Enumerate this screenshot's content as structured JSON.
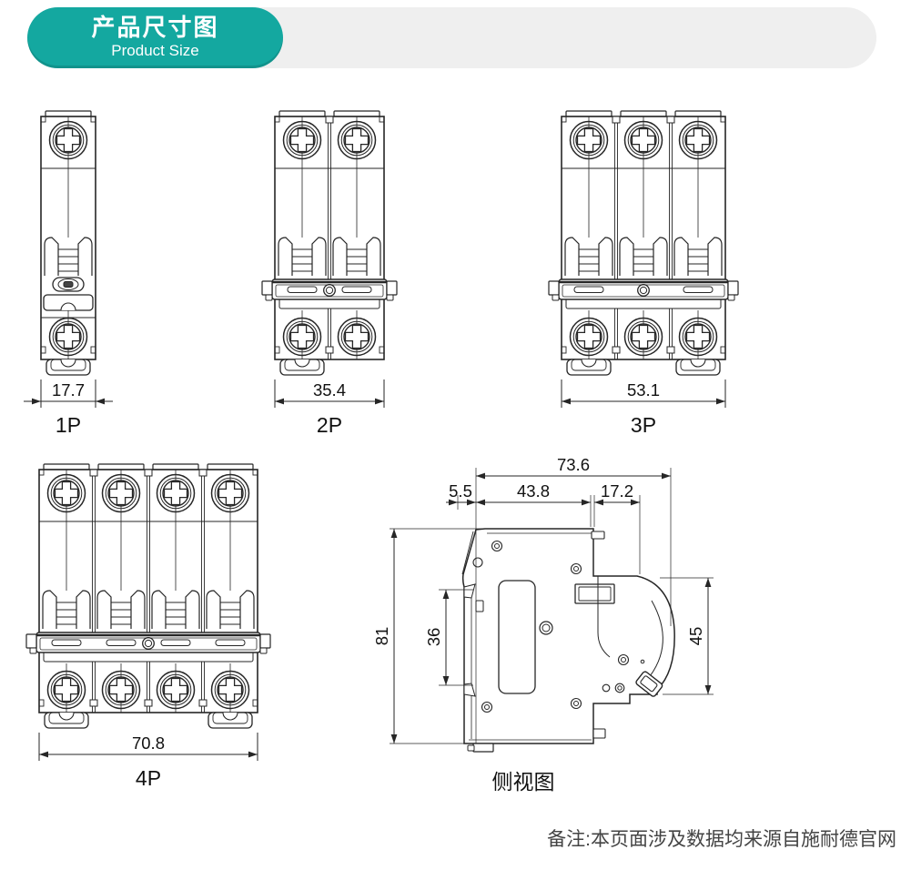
{
  "header": {
    "title_zh": "产品尺寸图",
    "title_en": "Product Size"
  },
  "colors": {
    "badge": "#14a8a0",
    "track": "#efefef",
    "line": "#262626",
    "text": "#111111",
    "footnote": "#444444"
  },
  "panels": [
    {
      "label": "1P",
      "width_mm": "17.7"
    },
    {
      "label": "2P",
      "width_mm": "35.4"
    },
    {
      "label": "3P",
      "width_mm": "53.1"
    },
    {
      "label": "4P",
      "width_mm": "70.8"
    }
  ],
  "side_view": {
    "label": "侧视图",
    "dims": {
      "overall_depth": "73.6",
      "handle_offset": "5.5",
      "body_depth": "43.8",
      "front_depth": "17.2",
      "height": "81",
      "din_slot": "36",
      "front_height": "45"
    }
  },
  "footnote": "备注:本页面涉及数据均来源自施耐德官网"
}
